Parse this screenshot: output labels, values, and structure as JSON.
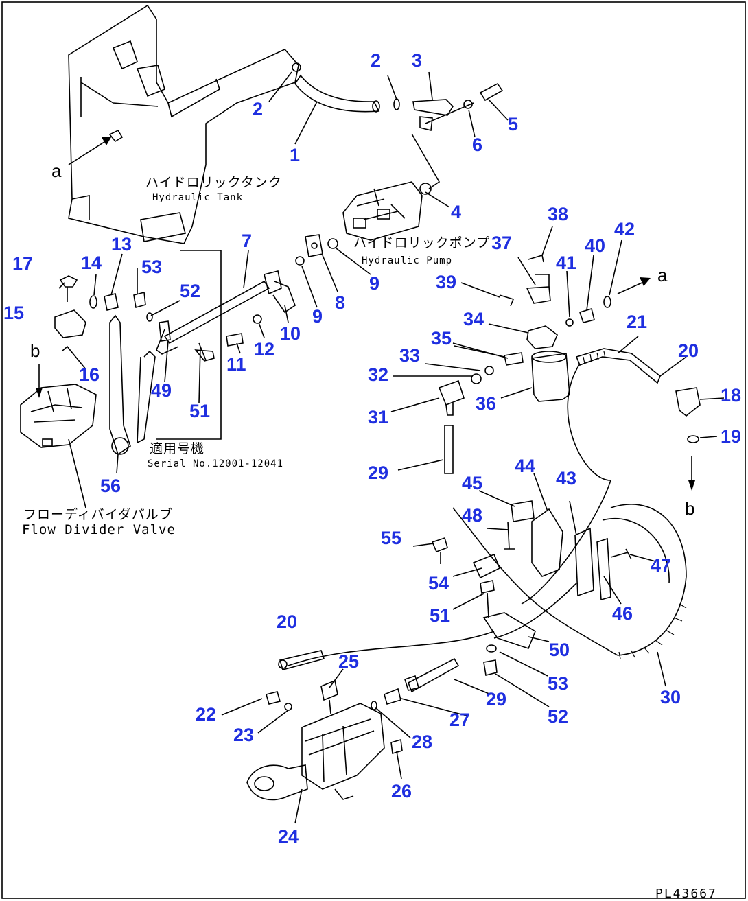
{
  "captions": {
    "hydraulic_tank_jp": "ハイドロリックタンク",
    "hydraulic_tank_en": "Hydraulic Tank",
    "hydraulic_pump_jp": "ハイドロリックポンプ",
    "hydraulic_pump_en": "Hydraulic Pump",
    "serial_jp": "適用号機",
    "serial_en": "Serial No.12001-12041",
    "flow_divider_jp": "フローディバイダバルブ",
    "flow_divider_en": "Flow Divider Valve"
  },
  "refs": {
    "a1": "a",
    "a2": "a",
    "b1": "b",
    "b2": "b"
  },
  "drawing_code": "PL43667",
  "callouts": [
    {
      "id": "c1",
      "text": "1"
    },
    {
      "id": "c2a",
      "text": "2"
    },
    {
      "id": "c2b",
      "text": "2"
    },
    {
      "id": "c3",
      "text": "3"
    },
    {
      "id": "c4",
      "text": "4"
    },
    {
      "id": "c5",
      "text": "5"
    },
    {
      "id": "c6",
      "text": "6"
    },
    {
      "id": "c7",
      "text": "7"
    },
    {
      "id": "c8",
      "text": "8"
    },
    {
      "id": "c9a",
      "text": "9"
    },
    {
      "id": "c9b",
      "text": "9"
    },
    {
      "id": "c10",
      "text": "10"
    },
    {
      "id": "c11",
      "text": "11"
    },
    {
      "id": "c12",
      "text": "12"
    },
    {
      "id": "c13",
      "text": "13"
    },
    {
      "id": "c14",
      "text": "14"
    },
    {
      "id": "c15",
      "text": "15"
    },
    {
      "id": "c16",
      "text": "16"
    },
    {
      "id": "c17",
      "text": "17"
    },
    {
      "id": "c18",
      "text": "18"
    },
    {
      "id": "c19",
      "text": "19"
    },
    {
      "id": "c20a",
      "text": "20"
    },
    {
      "id": "c20b",
      "text": "20"
    },
    {
      "id": "c21",
      "text": "21"
    },
    {
      "id": "c22",
      "text": "22"
    },
    {
      "id": "c23",
      "text": "23"
    },
    {
      "id": "c24",
      "text": "24"
    },
    {
      "id": "c25",
      "text": "25"
    },
    {
      "id": "c26",
      "text": "26"
    },
    {
      "id": "c27",
      "text": "27"
    },
    {
      "id": "c28",
      "text": "28"
    },
    {
      "id": "c29a",
      "text": "29"
    },
    {
      "id": "c29b",
      "text": "29"
    },
    {
      "id": "c30",
      "text": "30"
    },
    {
      "id": "c31",
      "text": "31"
    },
    {
      "id": "c32",
      "text": "32"
    },
    {
      "id": "c33",
      "text": "33"
    },
    {
      "id": "c34",
      "text": "34"
    },
    {
      "id": "c35",
      "text": "35"
    },
    {
      "id": "c36",
      "text": "36"
    },
    {
      "id": "c37",
      "text": "37"
    },
    {
      "id": "c38",
      "text": "38"
    },
    {
      "id": "c39",
      "text": "39"
    },
    {
      "id": "c40",
      "text": "40"
    },
    {
      "id": "c41",
      "text": "41"
    },
    {
      "id": "c42",
      "text": "42"
    },
    {
      "id": "c43",
      "text": "43"
    },
    {
      "id": "c44",
      "text": "44"
    },
    {
      "id": "c45",
      "text": "45"
    },
    {
      "id": "c46",
      "text": "46"
    },
    {
      "id": "c47",
      "text": "47"
    },
    {
      "id": "c48",
      "text": "48"
    },
    {
      "id": "c49",
      "text": "49"
    },
    {
      "id": "c50",
      "text": "50"
    },
    {
      "id": "c51a",
      "text": "51"
    },
    {
      "id": "c51b",
      "text": "51"
    },
    {
      "id": "c52a",
      "text": "52"
    },
    {
      "id": "c52b",
      "text": "52"
    },
    {
      "id": "c53a",
      "text": "53"
    },
    {
      "id": "c53b",
      "text": "53"
    },
    {
      "id": "c54",
      "text": "54"
    },
    {
      "id": "c55",
      "text": "55"
    },
    {
      "id": "c56",
      "text": "56"
    }
  ],
  "colors": {
    "callout": "#1f2fe0",
    "line": "#000000",
    "background": "#ffffff"
  }
}
